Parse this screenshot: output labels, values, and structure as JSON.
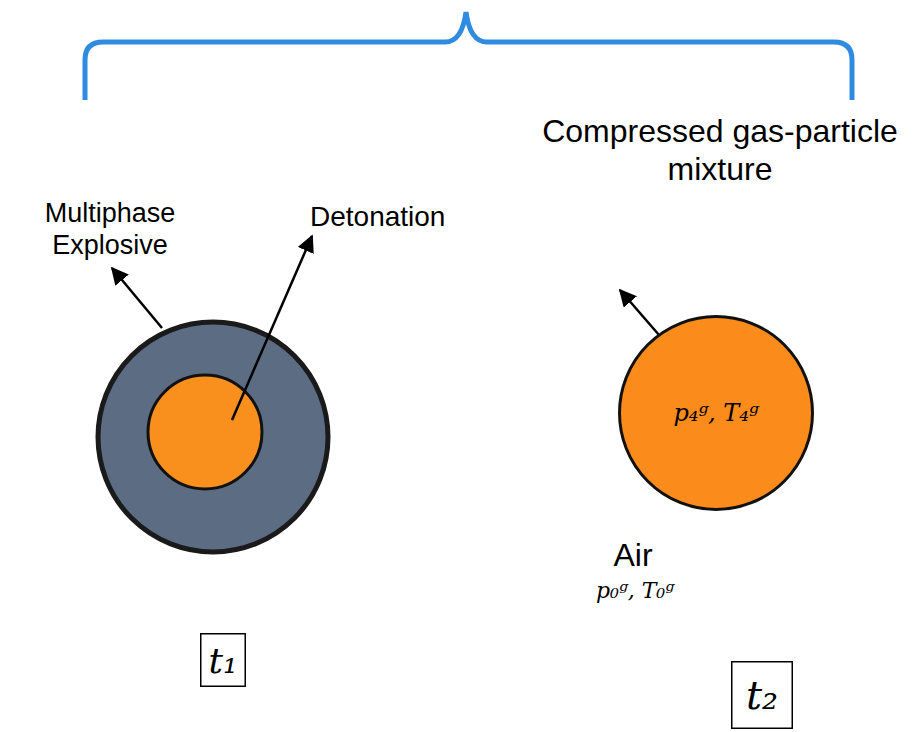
{
  "diagram": {
    "nodes": [
      {
        "text": [
          "p₄ᵍ, T₄ᵍ"
        ]
      },
      {
        "text": [
          "t₁"
        ]
      },
      {
        "text": [
          "t₂"
        ]
      }
    ],
    "labels": [
      "Multiphase Explosive",
      "Detonation",
      "Compressed gas-particle mixture",
      "Air",
      "p₀ᵍ, T₀ᵍ"
    ]
  }
}
